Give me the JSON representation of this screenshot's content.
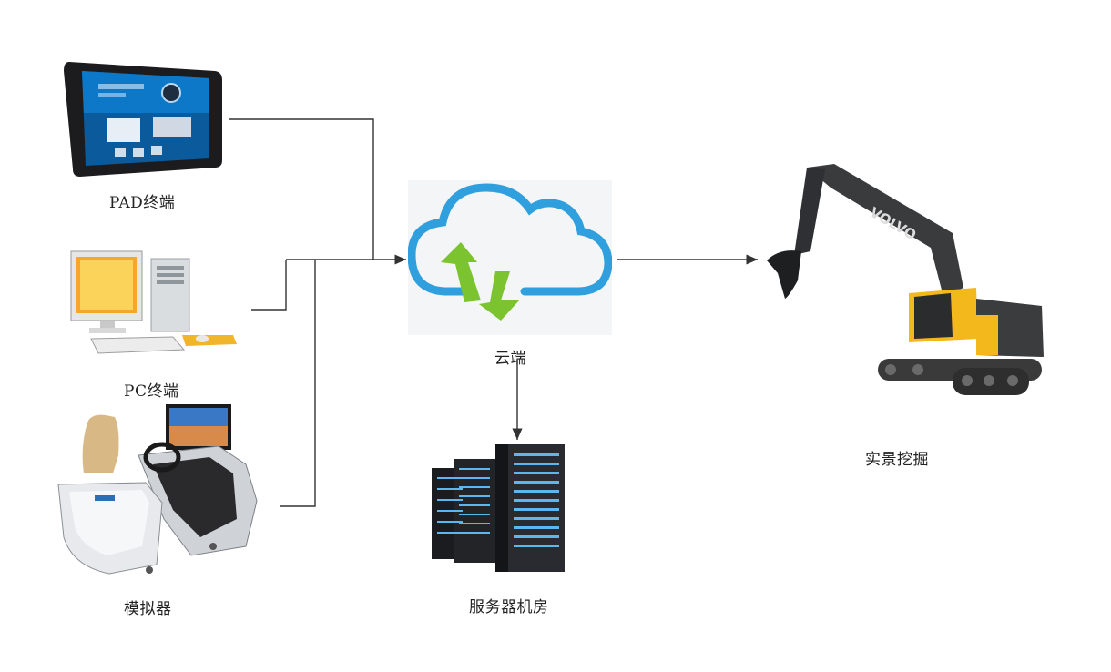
{
  "nodes": {
    "pad": {
      "label": "PAD终端",
      "icon": "tablet-icon"
    },
    "pc": {
      "label": "PC终端",
      "icon": "desktop-computer-icon"
    },
    "simulator": {
      "label": "模拟器",
      "icon": "driving-simulator-icon"
    },
    "cloud": {
      "label": "云端",
      "icon": "cloud-sync-icon"
    },
    "server": {
      "label": "服务器机房",
      "icon": "server-rack-icon"
    },
    "excavator": {
      "label": "实景挖掘",
      "icon": "excavator-icon",
      "brand": "VOLVO"
    }
  },
  "colors": {
    "cloud_stroke": "#2f9fde",
    "arrow_green": "#7cc330",
    "excavator_yellow": "#f2b81c",
    "excavator_arm": "#3a3b3d",
    "line": "#333333"
  }
}
